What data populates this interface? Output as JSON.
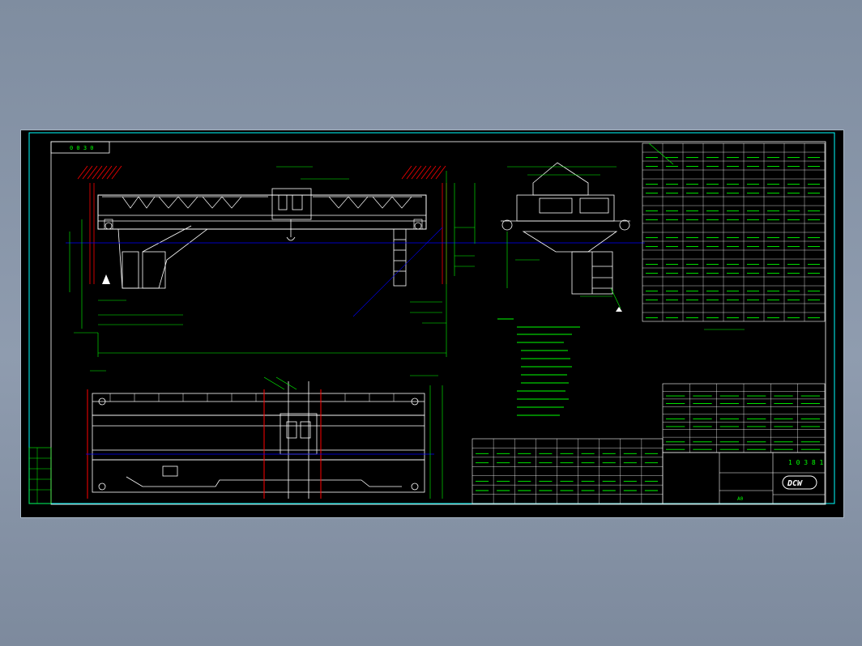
{
  "drawing": {
    "top_left_tag": "0 0 3 0",
    "title_block_id": "1 0 3 8 1",
    "logo_text": "DCW",
    "sheet_size_label": "A0"
  },
  "colors": {
    "background": "#8a98ab",
    "sheet": "#000000",
    "frame": "#00ffff",
    "structure": "#ffffff",
    "dimension": "#00ff00",
    "hatch": "#ff0000",
    "centerline": "#0000ff",
    "accent": "#ffff00"
  },
  "icons": [
    "section-arrow-icon",
    "company-logo-icon"
  ]
}
